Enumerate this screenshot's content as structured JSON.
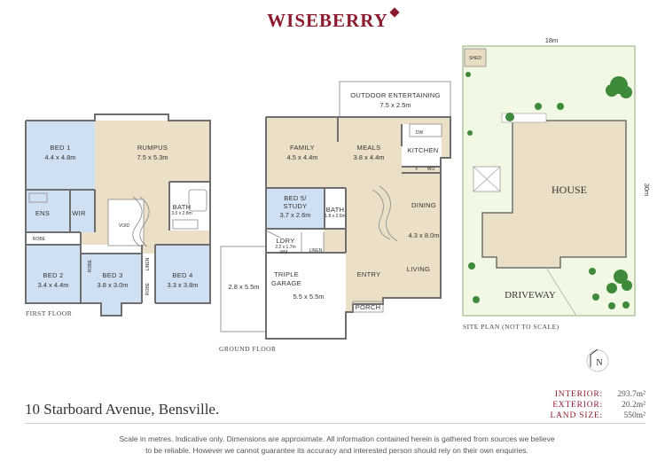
{
  "brand": "WISEBERRY",
  "address": "10 Starboard Avenue, Bensville.",
  "stats": [
    {
      "label": "INTERIOR:",
      "value": "293.7m²"
    },
    {
      "label": "EXTERIOR:",
      "value": "20.2m²"
    },
    {
      "label": "LAND SIZE:",
      "value": "550m²"
    }
  ],
  "disclaimer_line1": "Scale in metres. Indicative only. Dimensions are approximate. All information contained herein is gathered from sources we believe",
  "disclaimer_line2": "to be reliable. However we cannot guarantee its accuracy and interested person should rely on their own enquiries.",
  "first_floor": {
    "caption": "FIRST FLOOR",
    "rooms": {
      "bed1_name": "BED 1",
      "bed1_size": "4.4 x 4.8m",
      "rumpus_name": "RUMPUS",
      "rumpus_size": "7.5 x 5.3m",
      "ens": "ENS",
      "wir": "WIR",
      "void": "VOID",
      "bath_name": "BATH",
      "bath_size": "3.5 x 2.8m",
      "robe1": "ROBE",
      "robe2": "ROBE",
      "robe3": "ROBE",
      "linen": "LINEN",
      "bed2_name": "BED 2",
      "bed2_size": "3.4 x 4.4m",
      "bed3_name": "BED 3",
      "bed3_size": "3.8 x 3.0m",
      "bed4_name": "BED 4",
      "bed4_size": "3.3 x 3.8m"
    }
  },
  "ground_floor": {
    "caption": "GROUND FLOOR",
    "rooms": {
      "outdoor_name": "OUTDOOR ENTERTAINING",
      "outdoor_size": "7.5 x 2.5m",
      "family_name": "FAMILY",
      "family_size": "4.5 x 4.4m",
      "meals_name": "MEALS",
      "meals_size": "3.8 x 4.4m",
      "kitchen": "KITCHEN",
      "dw": "DW",
      "f": "F",
      "wo": "WO",
      "bed5_name": "BED 5/",
      "bed5_name2": "STUDY",
      "bed5_size": "3.7 x 2.6m",
      "bath_name": "BATH",
      "bath_size": "1.8 x 2.6m",
      "dining": "DINING",
      "living_size": "4.3 x 8.0m",
      "living": "LIVING",
      "ldry": "LDRY",
      "ldry_size": "2.2 x 1.7m",
      "wm": "WM",
      "linen": "LINEN",
      "garage_name": "TRIPLE",
      "garage_name2": "GARAGE",
      "garage_size": "5.5 x 5.5m",
      "carport_size": "2.8 x 5.5m",
      "entry": "ENTRY",
      "porch": "PORCH"
    }
  },
  "site_plan": {
    "caption": "SITE PLAN (NOT TO SCALE)",
    "width_label": "18m",
    "depth_label": "30m",
    "shed": "SHED",
    "house": "HOUSE",
    "driveway": "DRIVEWAY"
  },
  "compass": "N",
  "colors": {
    "brand": "#8c1b30",
    "bedroom_blue": "#cfe0f2",
    "living_beige": "#ecdfc7",
    "site_green": "#f1f8e4",
    "wall": "#6e6e6e"
  }
}
